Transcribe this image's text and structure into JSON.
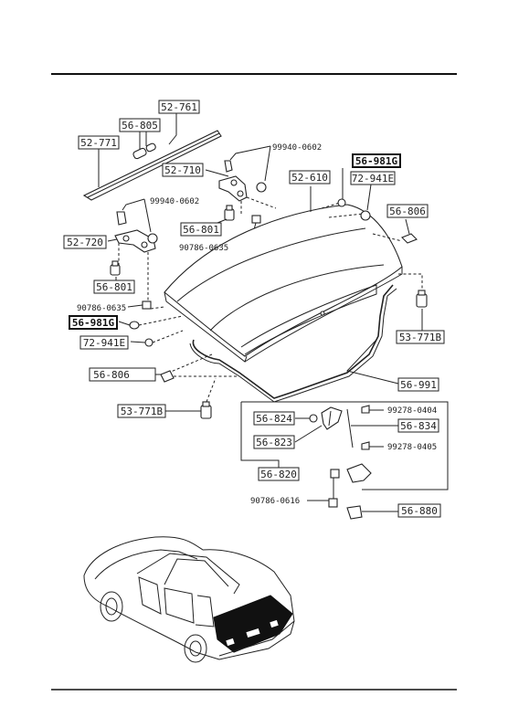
{
  "parts": {
    "p52_761": "52-761",
    "p56_805": "56-805",
    "p52_771": "52-771",
    "p99940_top": "99940-0602",
    "p56_981g_top": "56-981G",
    "p52_710": "52-710",
    "p52_610": "52-610",
    "p72_941e_top": "72-941E",
    "p99940_left": "99940-0602",
    "p56_806_right": "56-806",
    "p56_801_mid": "56-801",
    "p52_720": "52-720",
    "p90786_mid": "90786-0635",
    "p56_801_left": "56-801",
    "p90786_left": "90786-0635",
    "p56_981g_left": "56-981G",
    "p72_941e_left": "72-941E",
    "p53_771b_right": "53-771B",
    "p56_806_left": "56-806",
    "p56_991": "56-991",
    "p53_771b_left": "53-771B",
    "p99278_0404": "99278-0404",
    "p56_824": "56-824",
    "p56_834": "56-834",
    "p56_823": "56-823",
    "p99278_0405": "99278-0405",
    "p56_820": "56-820",
    "p90786_0616": "90786-0616",
    "p56_880": "56-880"
  }
}
